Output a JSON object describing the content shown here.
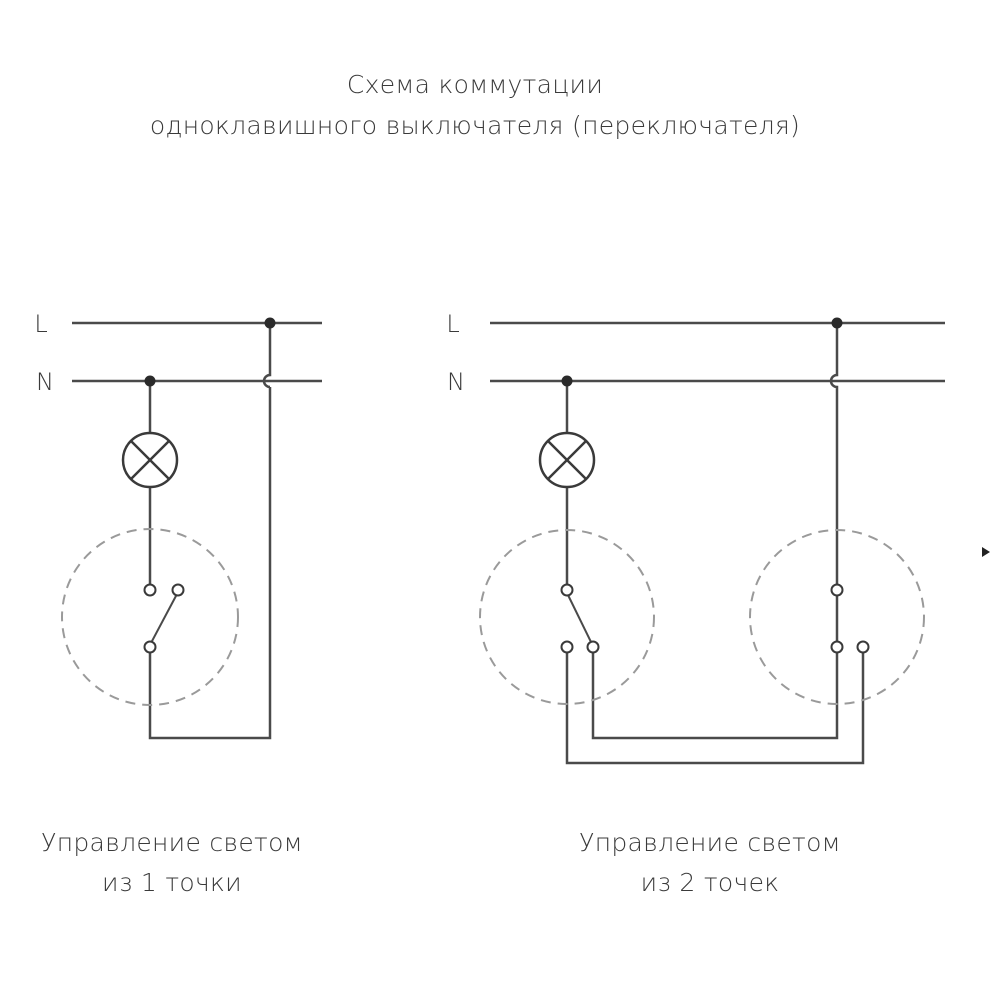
{
  "title": {
    "line1": "Схема коммутации",
    "line2": "одноклавишного выключателя (переключателя)"
  },
  "diagrams": [
    {
      "bus_labels": {
        "line": "L",
        "neutral": "N"
      },
      "caption_line1": "Управление светом",
      "caption_line2": "из 1 точки"
    },
    {
      "bus_labels": {
        "line": "L",
        "neutral": "N"
      },
      "caption_line1": "Управление светом",
      "caption_line2": "из 2 точек"
    }
  ],
  "colors": {
    "wire": "#4a4a4a",
    "dash": "#9a9a9a",
    "text": "#3a3a3a"
  }
}
